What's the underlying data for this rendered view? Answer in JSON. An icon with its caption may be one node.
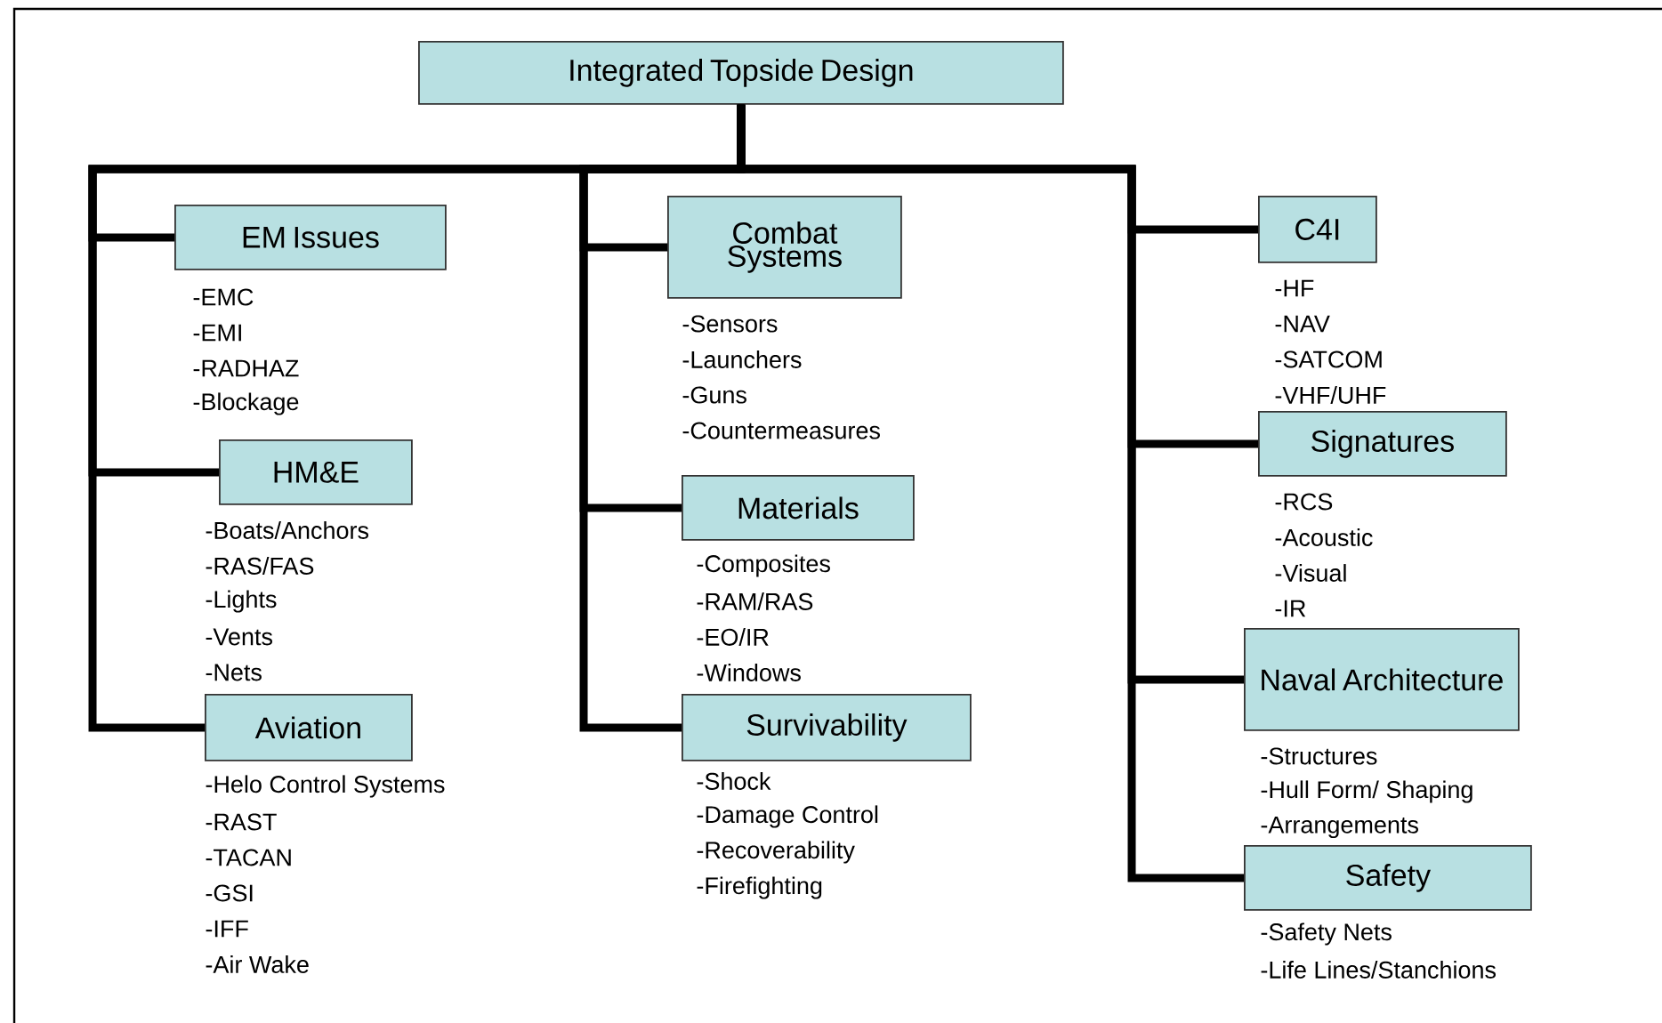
{
  "diagram": {
    "nodes": [
      {
        "text": [
          "Integrated Topside Design"
        ]
      },
      {
        "text": [
          "EM Issues"
        ],
        "beside": [
          "-EMC",
          "-EMI",
          "-RADHAZ",
          "-Blockage"
        ]
      },
      {
        "text": [
          "HM&E"
        ],
        "beside": [
          "-Boats/Anchors",
          "-RAS/FAS",
          "-Lights",
          "-Vents",
          "-Nets"
        ]
      },
      {
        "text": [
          "Aviation"
        ],
        "beside": [
          "-Helo Control Systems",
          "-RAST",
          "-TACAN",
          "-GSI",
          "-IFF",
          "-Air Wake"
        ]
      },
      {
        "text": [
          "Combat Systems"
        ],
        "beside": [
          "-Sensors",
          "-Launchers",
          "-Guns",
          "-Countermeasures"
        ]
      },
      {
        "text": [
          "Materials"
        ],
        "beside": [
          "-Composites",
          "-RAM/RAS",
          "-EO/IR",
          "-Windows"
        ]
      },
      {
        "text": [
          "Survivability"
        ],
        "beside": [
          "-Shock",
          "-Damage Control",
          "-Recoverability",
          "-Firefighting"
        ]
      },
      {
        "text": [
          "C4I"
        ],
        "beside": [
          "-HF",
          "-NAV",
          "-SATCOM",
          "-VHF/UHF"
        ]
      },
      {
        "text": [
          "Signatures"
        ],
        "beside": [
          "-RCS",
          "-Acoustic",
          "-Visual",
          "-IR"
        ]
      },
      {
        "text": [
          "Naval Architecture"
        ],
        "beside": [
          "-Structures",
          "-Hull Form/ Shaping",
          "-Arrangements"
        ]
      },
      {
        "text": [
          "Safety"
        ],
        "beside": [
          "-Safety Nets",
          "-Life Lines/Stanchions"
        ]
      }
    ],
    "edges": [
      {
        "from": 0,
        "to": 1,
        "arrow": "none"
      },
      {
        "from": 0,
        "to": 2,
        "arrow": "none"
      },
      {
        "from": 0,
        "to": 3,
        "arrow": "none"
      },
      {
        "from": 0,
        "to": 4,
        "arrow": "none"
      },
      {
        "from": 0,
        "to": 5,
        "arrow": "none"
      },
      {
        "from": 0,
        "to": 6,
        "arrow": "none"
      },
      {
        "from": 0,
        "to": 7,
        "arrow": "none"
      },
      {
        "from": 0,
        "to": 8,
        "arrow": "none"
      },
      {
        "from": 0,
        "to": 9,
        "arrow": "none"
      },
      {
        "from": 0,
        "to": 10,
        "arrow": "none"
      }
    ]
  }
}
